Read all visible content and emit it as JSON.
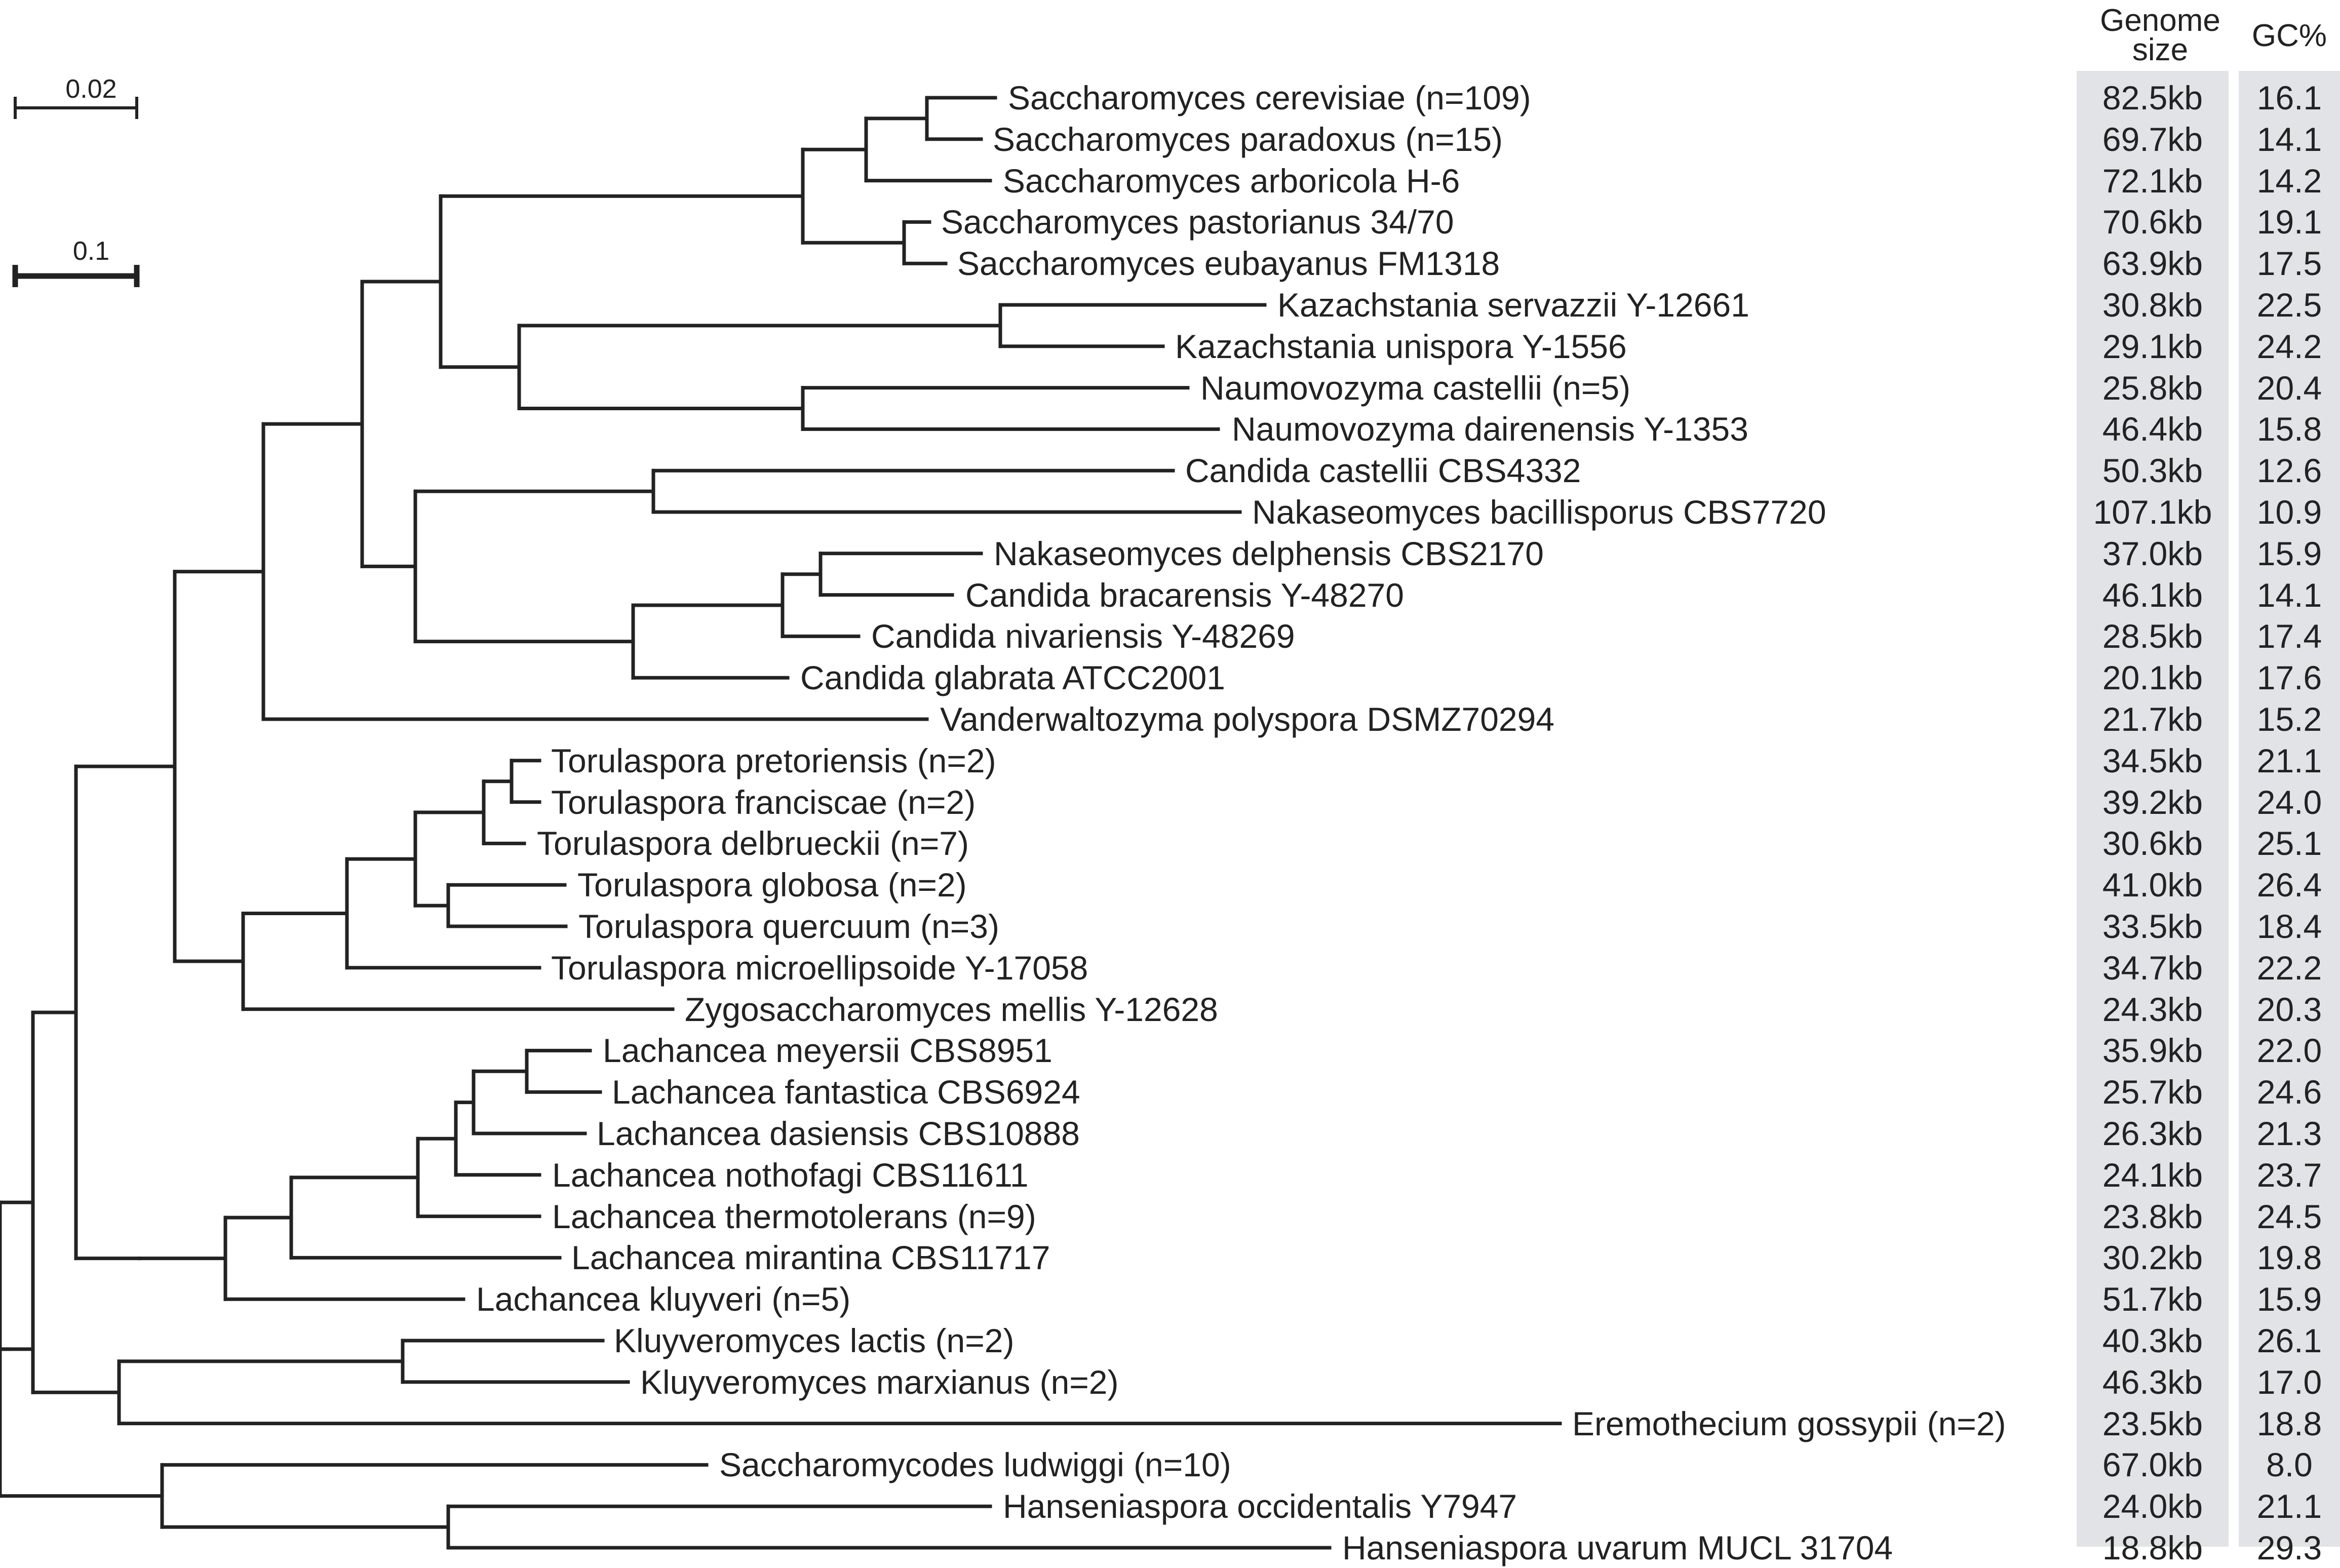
{
  "table": {
    "genome_header": "Genome\nsize",
    "gc_header": "GC%"
  },
  "scale_bars": [
    {
      "label": "0.02"
    },
    {
      "label": "0.1"
    }
  ],
  "colors": {
    "branch": "#222222",
    "column_bg": "#e1e3e6"
  },
  "taxa": [
    {
      "name": "Saccharomyces cerevisiae (n=109)",
      "genome": "82.5kb",
      "gc": "16.1"
    },
    {
      "name": "Saccharomyces paradoxus (n=15)",
      "genome": "69.7kb",
      "gc": "14.1"
    },
    {
      "name": "Saccharomyces arboricola H-6",
      "genome": "72.1kb",
      "gc": "14.2"
    },
    {
      "name": "Saccharomyces pastorianus 34/70",
      "genome": "70.6kb",
      "gc": "19.1"
    },
    {
      "name": "Saccharomyces eubayanus FM1318",
      "genome": "63.9kb",
      "gc": "17.5"
    },
    {
      "name": "Kazachstania servazzii Y-12661",
      "genome": "30.8kb",
      "gc": "22.5"
    },
    {
      "name": "Kazachstania unispora Y-1556",
      "genome": "29.1kb",
      "gc": "24.2"
    },
    {
      "name": "Naumovozyma castellii (n=5)",
      "genome": "25.8kb",
      "gc": "20.4"
    },
    {
      "name": "Naumovozyma dairenensis Y-1353",
      "genome": "46.4kb",
      "gc": "15.8"
    },
    {
      "name": "Candida castellii CBS4332",
      "genome": "50.3kb",
      "gc": "12.6"
    },
    {
      "name": "Nakaseomyces bacillisporus CBS7720",
      "genome": "107.1kb",
      "gc": "10.9"
    },
    {
      "name": "Nakaseomyces delphensis CBS2170",
      "genome": "37.0kb",
      "gc": "15.9"
    },
    {
      "name": "Candida bracarensis Y-48270",
      "genome": "46.1kb",
      "gc": "14.1"
    },
    {
      "name": "Candida nivariensis Y-48269",
      "genome": "28.5kb",
      "gc": "17.4"
    },
    {
      "name": "Candida glabrata ATCC2001",
      "genome": "20.1kb",
      "gc": "17.6"
    },
    {
      "name": "Vanderwaltozyma polyspora DSMZ70294",
      "genome": "21.7kb",
      "gc": "15.2"
    },
    {
      "name": "Torulaspora pretoriensis (n=2)",
      "genome": "34.5kb",
      "gc": "21.1"
    },
    {
      "name": "Torulaspora franciscae (n=2)",
      "genome": "39.2kb",
      "gc": "24.0"
    },
    {
      "name": "Torulaspora delbrueckii (n=7)",
      "genome": "30.6kb",
      "gc": "25.1"
    },
    {
      "name": "Torulaspora globosa (n=2)",
      "genome": "41.0kb",
      "gc": "26.4"
    },
    {
      "name": "Torulaspora quercuum (n=3)",
      "genome": "33.5kb",
      "gc": "18.4"
    },
    {
      "name": "Torulaspora microellipsoide Y-17058",
      "genome": "34.7kb",
      "gc": "22.2"
    },
    {
      "name": "Zygosaccharomyces mellis Y-12628",
      "genome": "24.3kb",
      "gc": "20.3"
    },
    {
      "name": "Lachancea meyersii CBS8951",
      "genome": "35.9kb",
      "gc": "22.0"
    },
    {
      "name": "Lachancea fantastica CBS6924",
      "genome": "25.7kb",
      "gc": "24.6"
    },
    {
      "name": "Lachancea dasiensis CBS10888",
      "genome": "26.3kb",
      "gc": "21.3"
    },
    {
      "name": "Lachancea nothofagi CBS11611",
      "genome": "24.1kb",
      "gc": "23.7"
    },
    {
      "name": "Lachancea thermotolerans (n=9)",
      "genome": "23.8kb",
      "gc": "24.5"
    },
    {
      "name": "Lachancea mirantina CBS11717",
      "genome": "30.2kb",
      "gc": "19.8"
    },
    {
      "name": "Lachancea kluyveri (n=5)",
      "genome": "51.7kb",
      "gc": "15.9"
    },
    {
      "name": "Kluyveromyces lactis (n=2)",
      "genome": "40.3kb",
      "gc": "26.1"
    },
    {
      "name": "Kluyveromyces marxianus (n=2)",
      "genome": "46.3kb",
      "gc": "17.0"
    },
    {
      "name": "Eremothecium gossypii (n=2)",
      "genome": "23.5kb",
      "gc": "18.8"
    },
    {
      "name": "Saccharomycodes ludwiggi (n=10)",
      "genome": "67.0kb",
      "gc": "8.0"
    },
    {
      "name": "Hanseniaspora occidentalis Y7947",
      "genome": "24.0kb",
      "gc": "21.1"
    },
    {
      "name": "Hanseniaspora uvarum MUCL 31704",
      "genome": "18.8kb",
      "gc": "29.3"
    }
  ]
}
